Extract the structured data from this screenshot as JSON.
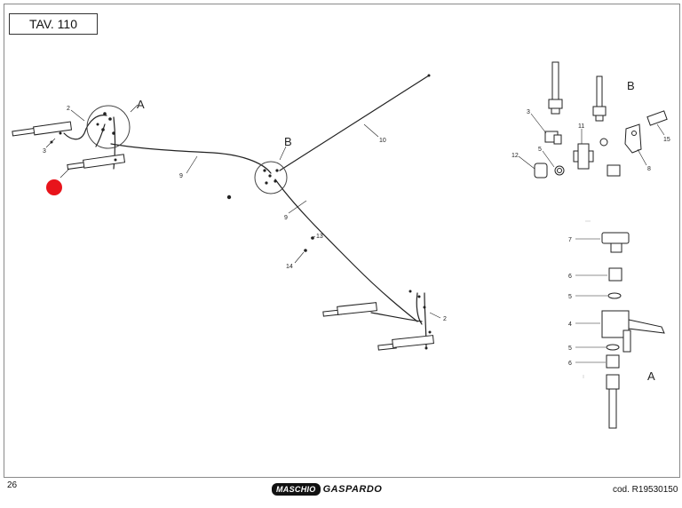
{
  "sheet": {
    "title": "TAV. 110",
    "page_number": "26",
    "code": "cod. R19530150"
  },
  "brand": {
    "name_1": "MASCHIO",
    "name_2": "GASPARDO"
  },
  "callouts": {
    "A": "A",
    "B": "B",
    "n2": "2",
    "n3": "3",
    "n4": "4",
    "n5": "5",
    "n6": "6",
    "n7": "7",
    "n8": "8",
    "n9": "9",
    "n10": "10",
    "n11": "11",
    "n12": "12",
    "n13": "13",
    "n14": "14",
    "n15": "15"
  },
  "colors": {
    "line": "#222222",
    "marker": "#e8141b",
    "frame": "#8a8a8a"
  }
}
